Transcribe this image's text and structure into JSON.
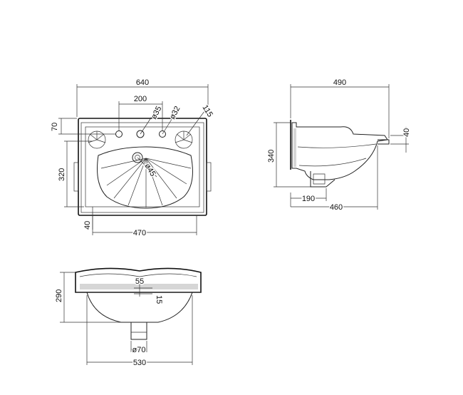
{
  "colors": {
    "line": "#222222",
    "background": "#ffffff",
    "shade": "#d6d6d6"
  },
  "plan_view": {
    "dims": {
      "overall_width": "640",
      "tap_spacing": "200",
      "tap_hole_1": "ø35",
      "tap_hole_2": "ø32",
      "angle_dim": "115",
      "rear_depth": "70",
      "bowl_depth": "320",
      "waste": "ø45",
      "front_offset": "40",
      "bowl_width": "470"
    }
  },
  "side_view": {
    "dims": {
      "overall_depth": "490",
      "height": "340",
      "rim": "40",
      "bracket": "190",
      "projection": "460"
    }
  },
  "front_view": {
    "dims": {
      "height": "290",
      "waste_pos": "55",
      "waste_offset": "15",
      "outlet": "ø70",
      "base_width": "530"
    }
  }
}
